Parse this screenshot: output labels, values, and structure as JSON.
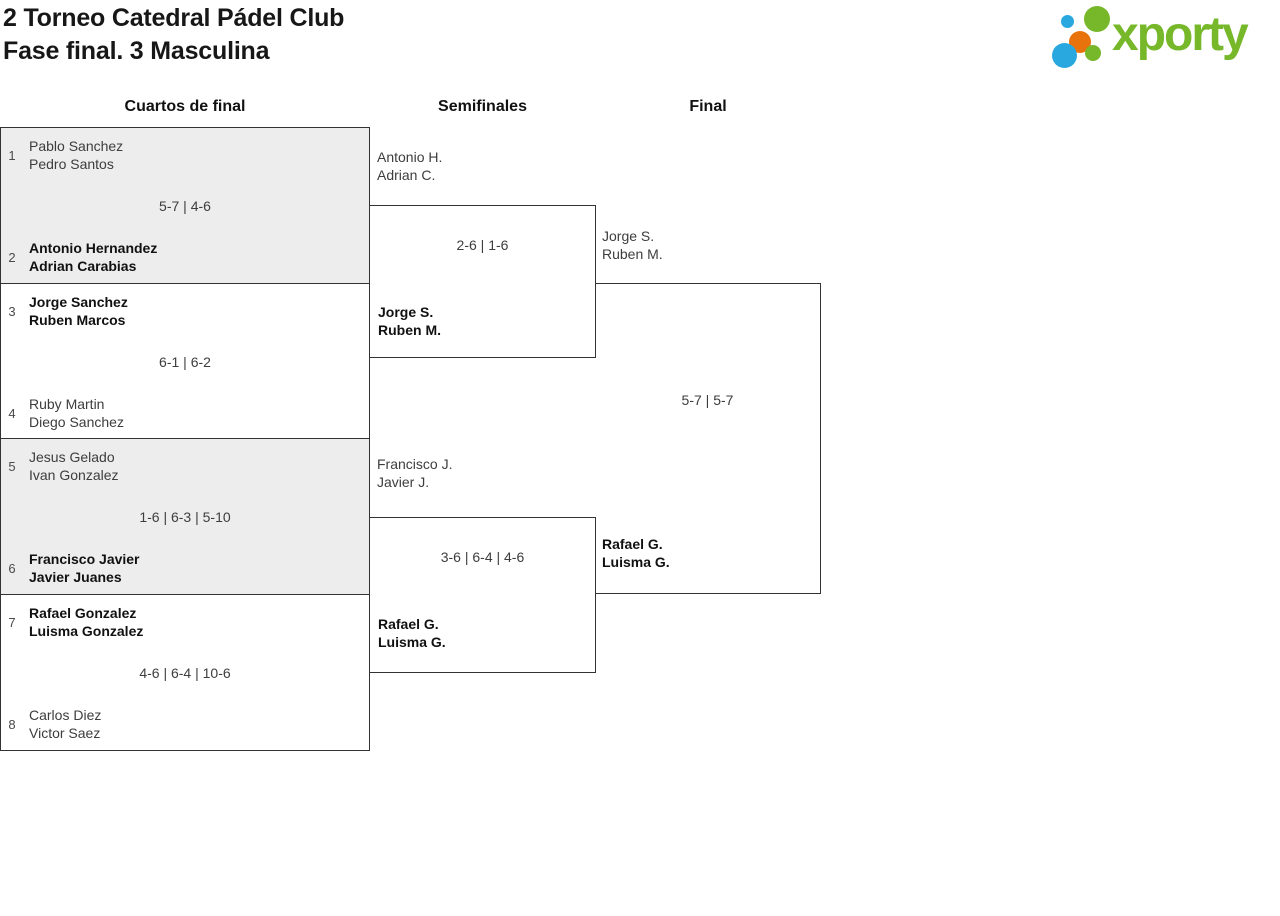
{
  "header": {
    "title_line1": "2 Torneo Catedral Pádel Club",
    "title_line2": "Fase final. 3 Masculina"
  },
  "logo": {
    "wordmark": "xporty"
  },
  "rounds": {
    "quarterfinals": "Cuartos de final",
    "semifinals": "Semifinales",
    "final": "Final"
  },
  "bracket": {
    "quarterfinals": [
      {
        "seed1": "1",
        "team1": {
          "p1": "Pablo Sanchez",
          "p2": "Pedro Santos"
        },
        "score": "5-7 | 4-6",
        "seed2": "2",
        "team2": {
          "p1": "Antonio Hernandez",
          "p2": "Adrian Carabias"
        },
        "winner": "team2"
      },
      {
        "seed1": "3",
        "team1": {
          "p1": "Jorge Sanchez",
          "p2": "Ruben Marcos"
        },
        "score": "6-1 | 6-2",
        "seed2": "4",
        "team2": {
          "p1": "Ruby Martin",
          "p2": "Diego Sanchez"
        },
        "winner": "team1"
      },
      {
        "seed1": "5",
        "team1": {
          "p1": "Jesus Gelado",
          "p2": "Ivan Gonzalez"
        },
        "score": "1-6 | 6-3 | 5-10",
        "seed2": "6",
        "team2": {
          "p1": "Francisco Javier",
          "p2": "Javier Juanes"
        },
        "winner": "team2"
      },
      {
        "seed1": "7",
        "team1": {
          "p1": "Rafael Gonzalez",
          "p2": "Luisma Gonzalez"
        },
        "score": "4-6 | 6-4 | 10-6",
        "seed2": "8",
        "team2": {
          "p1": "Carlos Diez",
          "p2": "Victor Saez"
        },
        "winner": "team1"
      }
    ],
    "semifinals": [
      {
        "team1": {
          "p1": "Antonio H.",
          "p2": "Adrian C."
        },
        "score": "2-6 | 1-6",
        "team2": {
          "p1": "Jorge S.",
          "p2": "Ruben M."
        },
        "winner": "team2"
      },
      {
        "team1": {
          "p1": "Francisco J.",
          "p2": "Javier J."
        },
        "score": "3-6 | 6-4 | 4-6",
        "team2": {
          "p1": "Rafael G.",
          "p2": "Luisma G."
        },
        "winner": "team2"
      }
    ],
    "final": {
      "team1": {
        "p1": "Jorge S.",
        "p2": "Ruben M."
      },
      "score": "5-7 | 5-7",
      "team2": {
        "p1": "Rafael G.",
        "p2": "Luisma G."
      },
      "winner": "team2"
    }
  },
  "colors": {
    "brand_green": "#76b82a",
    "brand_blue": "#29a8e0",
    "brand_orange": "#e8720c",
    "line": "#333333",
    "cell_gray": "#ededed"
  }
}
